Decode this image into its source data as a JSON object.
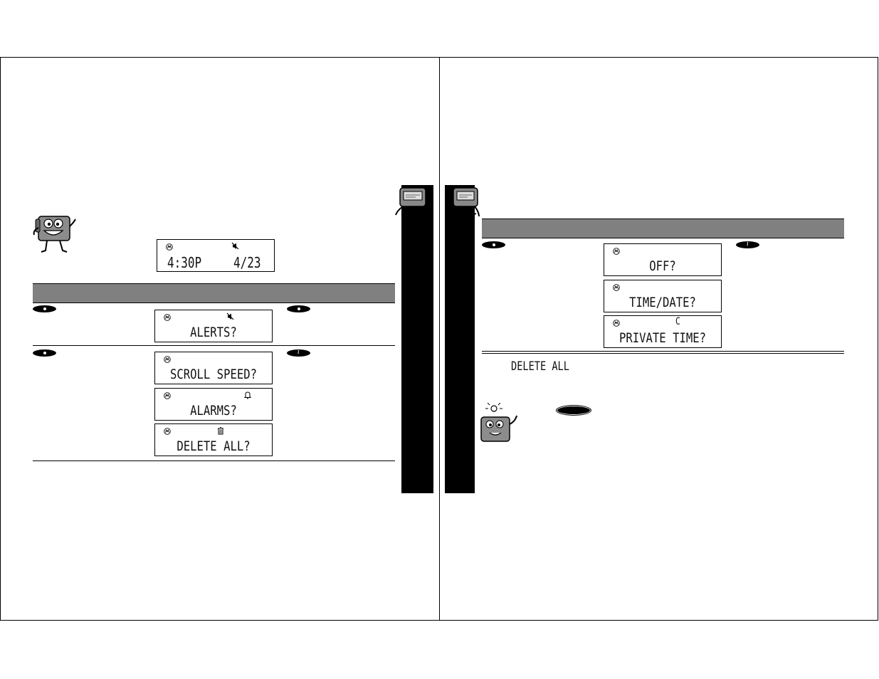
{
  "screens": {
    "home": {
      "time": "4:30P",
      "date": "4/23"
    },
    "alerts": "ALERTS?",
    "scroll_speed": "SCROLL SPEED?",
    "alarms": "ALARMS?",
    "delete_all_prompt": "DELETE ALL?",
    "off": "OFF?",
    "time_date": "TIME/DATE?",
    "private_time": "PRIVATE TIME?",
    "private_time_indicator": "C"
  },
  "body_text": {
    "delete_all": "DELETE ALL"
  },
  "icons": {
    "logo": "motorola-logo-icon",
    "mute": "speaker-muted-icon",
    "bell": "bell-icon",
    "trash": "trash-icon",
    "select_button": "select-button-icon",
    "info_button": "info-button-icon",
    "mascot": "pager-mascot-icon",
    "tab_pager": "pager-tab-icon",
    "lightbulb": "lightbulb-icon",
    "read_button": "read-button-icon"
  },
  "colors": {
    "bar": "#808080",
    "tab": "#000000",
    "lcd_border": "#000000"
  }
}
